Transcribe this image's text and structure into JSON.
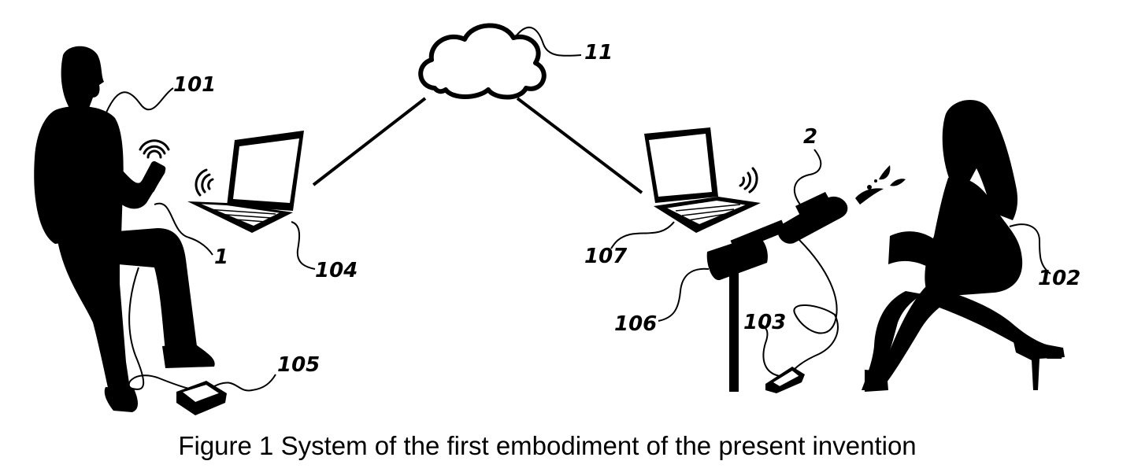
{
  "figure": {
    "caption": "Figure 1 System of the first embodiment of the present invention",
    "labels": {
      "cloud": "11",
      "male_user": "101",
      "handheld_controller": "1",
      "laptop_left": "104",
      "foot_switch_left": "105",
      "laptop_right": "107",
      "female_user": "102",
      "device": "2",
      "mount": "106",
      "foot_switch_right": "103"
    },
    "colors": {
      "ink": "#000000",
      "paper": "#ffffff"
    }
  }
}
